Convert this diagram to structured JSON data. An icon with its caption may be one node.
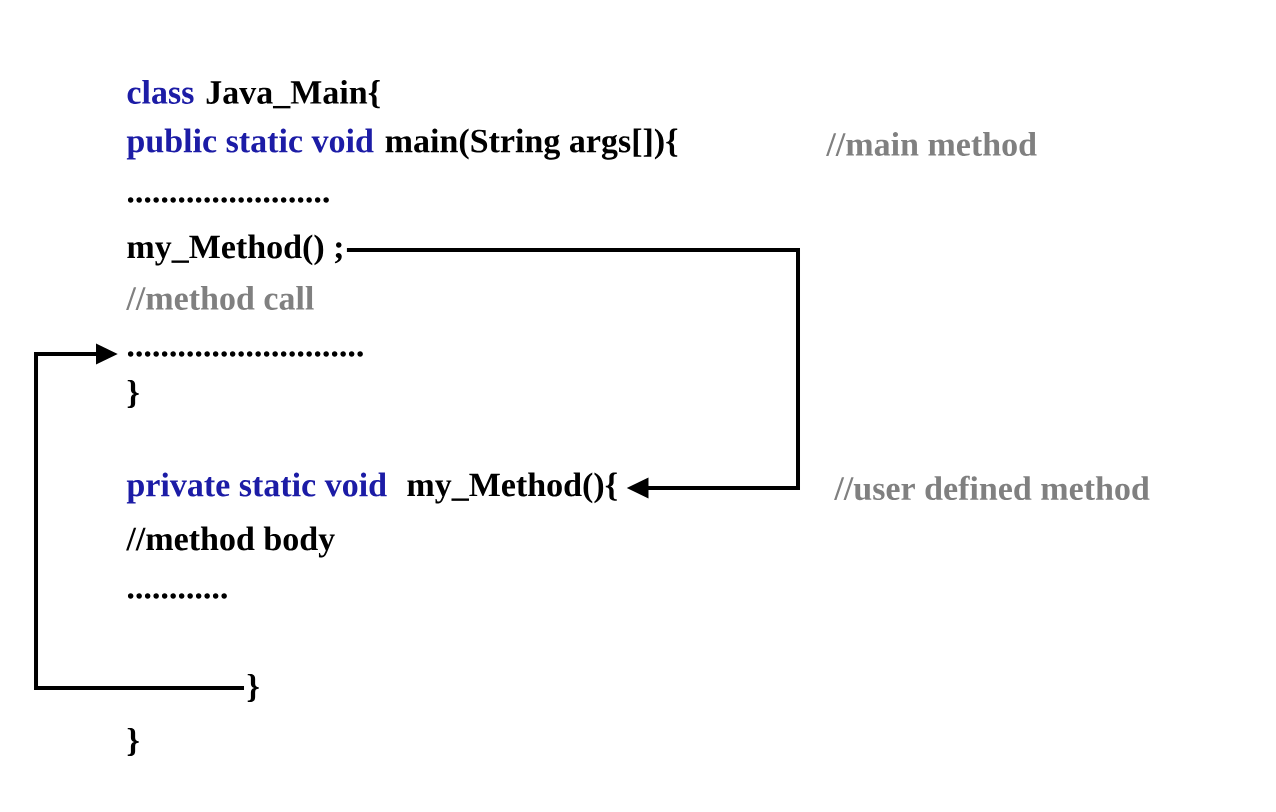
{
  "diagram": {
    "nodes": [
      {
        "text": [
          "my_Method() ;"
        ]
      },
      {
        "text": [
          "my_Method(){"
        ]
      },
      {
        "text": [
          "}"
        ]
      },
      {
        "text": [
          "............................"
        ]
      }
    ],
    "edges": [
      {
        "from": 0,
        "to": 1,
        "arrow": "to"
      },
      {
        "from": 2,
        "to": 3,
        "arrow": "to"
      }
    ],
    "labels": [
      "class",
      "Java_Main{",
      "public static void",
      "main(String args[]){",
      "//main method",
      "........................",
      "//method call",
      "}",
      "private static void",
      "//user defined method",
      "//method body",
      "............",
      "}"
    ]
  }
}
